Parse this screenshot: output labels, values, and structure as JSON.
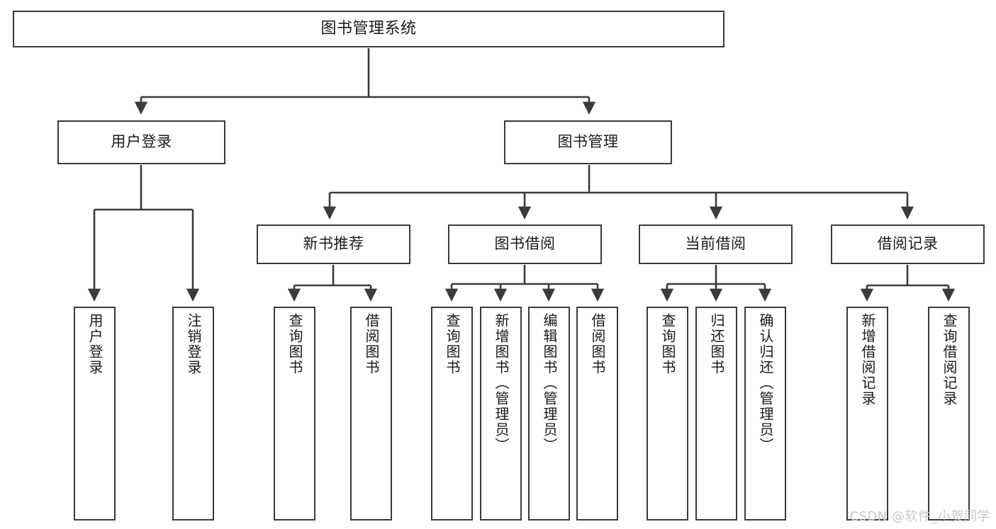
{
  "diagram": {
    "type": "tree",
    "title": "图书管理系统",
    "watermark": "CSDN @软件_小贺同学",
    "colors": {
      "stroke": "#3b3b3b",
      "fill": "#ffffff",
      "text": "#1a1a1a",
      "watermark": "#c9c9c9"
    },
    "nodes": {
      "root": {
        "label": "图书管理系统"
      },
      "level2": [
        {
          "label": "用户登录"
        },
        {
          "label": "图书管理"
        }
      ],
      "level3": [
        {
          "label": "新书推荐"
        },
        {
          "label": "图书借阅"
        },
        {
          "label": "当前借阅"
        },
        {
          "label": "借阅记录"
        }
      ],
      "leaves": {
        "user_login": [
          {
            "label": "用户登录"
          },
          {
            "label": "注销登录"
          }
        ],
        "new_book": [
          {
            "label": "查询图书"
          },
          {
            "label": "借阅图书"
          }
        ],
        "borrow_book": [
          {
            "label": "查询图书"
          },
          {
            "label": "新增图书（管理员）"
          },
          {
            "label": "编辑图书（管理员）"
          },
          {
            "label": "借阅图书"
          }
        ],
        "current_borrow": [
          {
            "label": "查询图书"
          },
          {
            "label": "归还图书"
          },
          {
            "label": "确认归还（管理员）"
          }
        ],
        "borrow_record": [
          {
            "label": "新增借阅记录"
          },
          {
            "label": "查询借阅记录"
          }
        ]
      }
    }
  }
}
